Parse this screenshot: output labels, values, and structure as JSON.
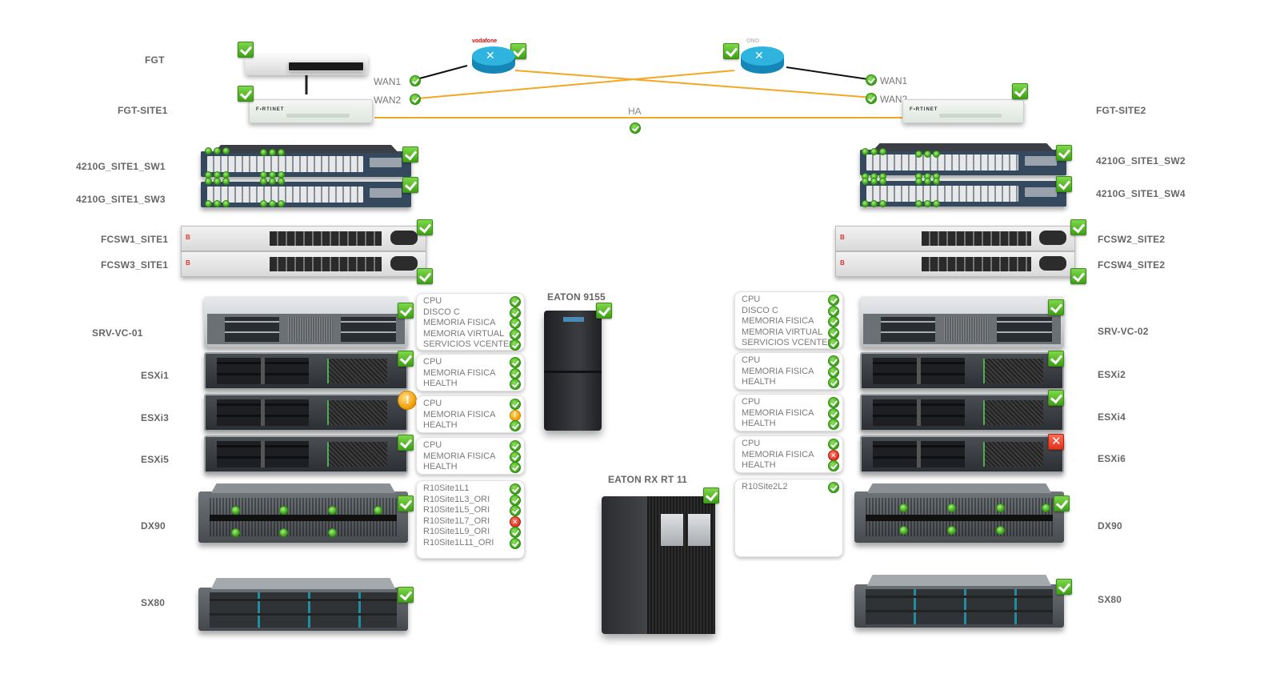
{
  "diagram": {
    "type": "infrastructure-monitoring-map",
    "colors": {
      "ok": "#3ea016",
      "warning": "#f0a000",
      "critical": "#e0321c",
      "wan_link": "#f5a623",
      "lan_link": "#111111",
      "label": "#666666"
    },
    "status_legend": {
      "ok": "check-icon",
      "warning": "exclamation-icon",
      "critical": "cross-icon"
    }
  },
  "network": {
    "fgt": {
      "label": "FGT",
      "status": "ok"
    },
    "isp_left": {
      "brand": "vodafone",
      "status": "ok"
    },
    "isp_right": {
      "brand": "ONO",
      "status": "ok"
    },
    "wan_left": [
      {
        "label": "WAN1",
        "status": "ok"
      },
      {
        "label": "WAN2",
        "status": "ok"
      }
    ],
    "wan_right": [
      {
        "label": "WAN1",
        "status": "ok"
      },
      {
        "label": "WAN2",
        "status": "ok"
      }
    ],
    "ha": {
      "label": "HA",
      "status": "ok"
    }
  },
  "site1": {
    "devices": [
      {
        "label": "FGT-SITE1",
        "kind": "firewall",
        "status": "ok"
      },
      {
        "label": "4210G_SITE1_SW1",
        "kind": "switch",
        "status": "ok"
      },
      {
        "label": "4210G_SITE1_SW3",
        "kind": "switch",
        "status": "ok"
      },
      {
        "label": "FCSW1_SITE1",
        "kind": "fc-switch",
        "status": "ok"
      },
      {
        "label": "FCSW3_SITE1",
        "kind": "fc-switch",
        "status": "ok"
      },
      {
        "label": "SRV-VC-01",
        "kind": "server",
        "status": "ok"
      },
      {
        "label": "ESXi1",
        "kind": "server",
        "status": "ok"
      },
      {
        "label": "ESXi3",
        "kind": "server",
        "status": "warning"
      },
      {
        "label": "ESXi5",
        "kind": "server",
        "status": "ok"
      },
      {
        "label": "DX90",
        "kind": "storage",
        "status": "ok"
      },
      {
        "label": "SX80",
        "kind": "storage",
        "status": "ok"
      }
    ],
    "panels": [
      {
        "for": "SRV-VC-01",
        "metrics": [
          {
            "name": "CPU",
            "status": "ok"
          },
          {
            "name": "DISCO C",
            "status": "ok"
          },
          {
            "name": "MEMORIA FISICA",
            "status": "ok"
          },
          {
            "name": "MEMORIA VIRTUAL",
            "status": "ok"
          },
          {
            "name": "SERVICIOS VCENTER",
            "status": "ok"
          }
        ]
      },
      {
        "for": "ESXi1",
        "metrics": [
          {
            "name": "CPU",
            "status": "ok"
          },
          {
            "name": "MEMORIA FISICA",
            "status": "ok"
          },
          {
            "name": "HEALTH",
            "status": "ok"
          }
        ]
      },
      {
        "for": "ESXi3",
        "metrics": [
          {
            "name": "CPU",
            "status": "ok"
          },
          {
            "name": "MEMORIA FISICA",
            "status": "warning"
          },
          {
            "name": "HEALTH",
            "status": "ok"
          }
        ]
      },
      {
        "for": "ESXi5",
        "metrics": [
          {
            "name": "CPU",
            "status": "ok"
          },
          {
            "name": "MEMORIA FISICA",
            "status": "ok"
          },
          {
            "name": "HEALTH",
            "status": "ok"
          }
        ]
      },
      {
        "for": "DX90",
        "metrics": [
          {
            "name": "R10Site1L1",
            "status": "ok"
          },
          {
            "name": "R10Site1L3_ORI",
            "status": "ok"
          },
          {
            "name": "R10Site1L5_ORI",
            "status": "ok"
          },
          {
            "name": "R10Site1L7_ORI",
            "status": "critical"
          },
          {
            "name": "R10Site1L9_ORI",
            "status": "ok"
          },
          {
            "name": "R10Site1L11_ORI",
            "status": "ok"
          }
        ]
      }
    ]
  },
  "site2": {
    "devices": [
      {
        "label": "FGT-SITE2",
        "kind": "firewall",
        "status": "ok"
      },
      {
        "label": "4210G_SITE1_SW2",
        "kind": "switch",
        "status": "ok"
      },
      {
        "label": "4210G_SITE1_SW4",
        "kind": "switch",
        "status": "ok"
      },
      {
        "label": "FCSW2_SITE2",
        "kind": "fc-switch",
        "status": "ok"
      },
      {
        "label": "FCSW4_SITE2",
        "kind": "fc-switch",
        "status": "ok"
      },
      {
        "label": "SRV-VC-02",
        "kind": "server",
        "status": "ok"
      },
      {
        "label": "ESXi2",
        "kind": "server",
        "status": "ok"
      },
      {
        "label": "ESXi4",
        "kind": "server",
        "status": "ok"
      },
      {
        "label": "ESXi6",
        "kind": "server",
        "status": "critical"
      },
      {
        "label": "DX90",
        "kind": "storage",
        "status": "ok"
      },
      {
        "label": "SX80",
        "kind": "storage",
        "status": "ok"
      }
    ],
    "panels": [
      {
        "for": "SRV-VC-02",
        "metrics": [
          {
            "name": "CPU",
            "status": "ok"
          },
          {
            "name": "DISCO C",
            "status": "ok"
          },
          {
            "name": "MEMORIA FISICA",
            "status": "ok"
          },
          {
            "name": "MEMORIA VIRTUAL",
            "status": "ok"
          },
          {
            "name": "SERVICIOS VCENTER",
            "status": "ok"
          }
        ]
      },
      {
        "for": "ESXi2",
        "metrics": [
          {
            "name": "CPU",
            "status": "ok"
          },
          {
            "name": "MEMORIA FISICA",
            "status": "ok"
          },
          {
            "name": "HEALTH",
            "status": "ok"
          }
        ]
      },
      {
        "for": "ESXi4",
        "metrics": [
          {
            "name": "CPU",
            "status": "ok"
          },
          {
            "name": "MEMORIA FISICA",
            "status": "ok"
          },
          {
            "name": "HEALTH",
            "status": "ok"
          }
        ]
      },
      {
        "for": "ESXi6",
        "metrics": [
          {
            "name": "CPU",
            "status": "ok"
          },
          {
            "name": "MEMORIA FISICA",
            "status": "critical"
          },
          {
            "name": "HEALTH",
            "status": "ok"
          }
        ]
      },
      {
        "for": "DX90",
        "metrics": [
          {
            "name": "R10Site2L2",
            "status": "ok"
          }
        ]
      }
    ]
  },
  "ups": [
    {
      "label": "EATON 9155",
      "status": "ok"
    },
    {
      "label": "EATON RX RT 11",
      "status": "ok"
    }
  ]
}
